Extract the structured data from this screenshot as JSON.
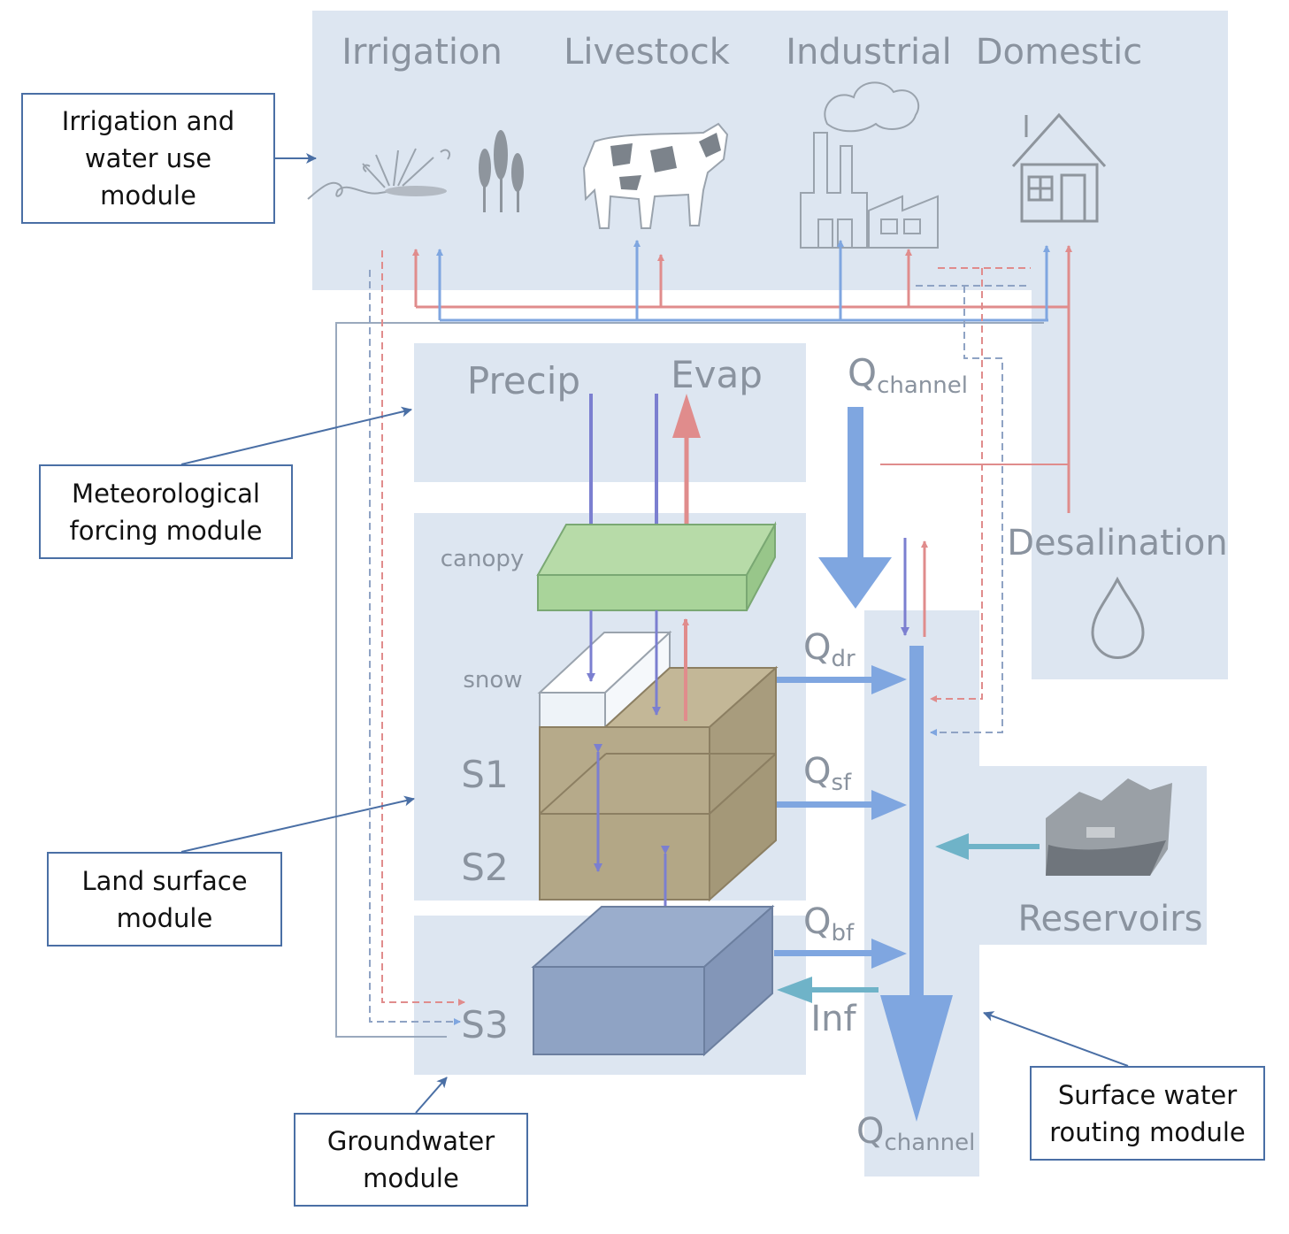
{
  "top_labels": {
    "irrigation": "Irrigation",
    "livestock": "Livestock",
    "industrial": "Industrial",
    "domestic": "Domestic"
  },
  "met": {
    "precip": "Precip",
    "evap": "Evap"
  },
  "q_channel_top": {
    "base": "Q",
    "sub": "channel"
  },
  "q_channel_bottom": {
    "base": "Q",
    "sub": "channel"
  },
  "land": {
    "canopy": "canopy",
    "snow": "snow",
    "s1": "S1",
    "s2": "S2"
  },
  "groundwater": {
    "s3": "S3"
  },
  "flows": {
    "qdr": {
      "base": "Q",
      "sub": "dr"
    },
    "qsf": {
      "base": "Q",
      "sub": "sf"
    },
    "qbf": {
      "base": "Q",
      "sub": "bf"
    },
    "inf": "Inf"
  },
  "desalination": "Desalination",
  "reservoirs": "Reservoirs",
  "modules": {
    "irrigation_water_use": [
      "Irrigation and",
      "water use",
      "module"
    ],
    "meteorological": [
      "Meteorological",
      "forcing module"
    ],
    "land_surface": [
      "Land surface",
      "module"
    ],
    "groundwater": [
      "Groundwater",
      "module"
    ],
    "surface_water": [
      "Surface water",
      "routing module"
    ]
  },
  "colors": {
    "panel": "#dde6f1",
    "blue_arrow": "#7fa6e0",
    "red_arrow": "#e08c8c",
    "purple_arrow": "#7b7fd0",
    "teal_arrow": "#6fb3c8",
    "canopy_green": "#a9d49a",
    "soil_brown": "#b6aa8a",
    "groundwater_blue": "#8fa3c4",
    "label_border": "#4a6fa5",
    "text_gray": "#8a939f"
  },
  "icons": [
    "sprinkler-icon",
    "wheat-icon",
    "cow-icon",
    "factory-icon",
    "house-icon",
    "water-drop-icon",
    "reservoir-dam-icon"
  ]
}
